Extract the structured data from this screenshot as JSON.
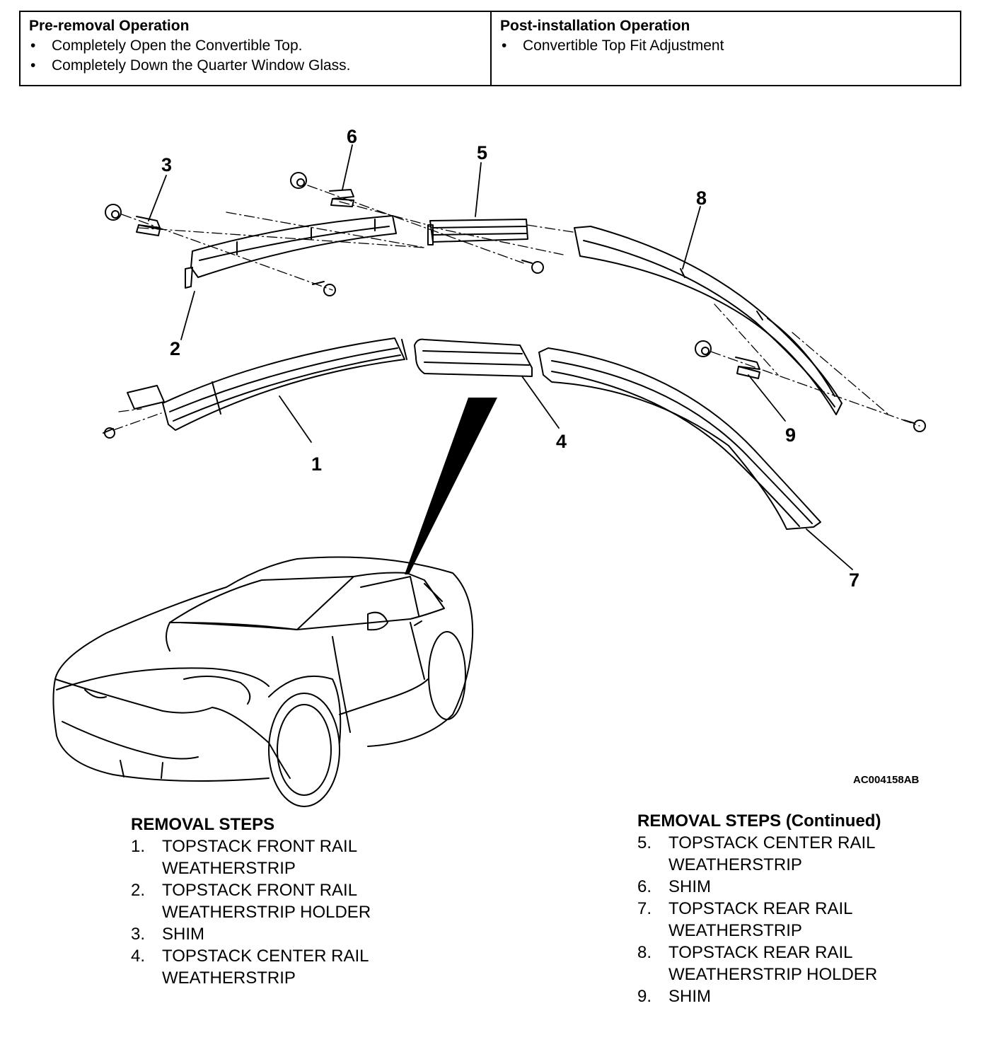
{
  "pre_removal": {
    "title": "Pre-removal Operation",
    "items": [
      "Completely Open the Convertible Top.",
      "Completely Down the Quarter Window Glass."
    ]
  },
  "post_installation": {
    "title": "Post-installation Operation",
    "items": [
      "Convertible Top Fit Adjustment"
    ]
  },
  "bullet": "•",
  "figure": {
    "code": "AC004158AB",
    "callouts": [
      "1",
      "2",
      "3",
      "4",
      "5",
      "6",
      "7",
      "8",
      "9"
    ]
  },
  "removal_steps": {
    "title": "REMOVAL STEPS",
    "steps": [
      {
        "num": "1.",
        "text": "TOPSTACK FRONT RAIL WEATHERSTRIP"
      },
      {
        "num": "2.",
        "text": "TOPSTACK FRONT RAIL WEATHERSTRIP HOLDER"
      },
      {
        "num": "3.",
        "text": "SHIM"
      },
      {
        "num": "4.",
        "text": "TOPSTACK CENTER RAIL WEATHERSTRIP"
      }
    ]
  },
  "removal_steps_continued": {
    "title": "REMOVAL STEPS (Continued)",
    "steps": [
      {
        "num": "5.",
        "text": "TOPSTACK CENTER RAIL WEATHERSTRIP"
      },
      {
        "num": "6.",
        "text": "SHIM"
      },
      {
        "num": "7.",
        "text": "TOPSTACK REAR RAIL WEATHERSTRIP"
      },
      {
        "num": "8.",
        "text": "TOPSTACK REAR RAIL WEATHERSTRIP HOLDER"
      },
      {
        "num": "9.",
        "text": "SHIM"
      }
    ]
  }
}
